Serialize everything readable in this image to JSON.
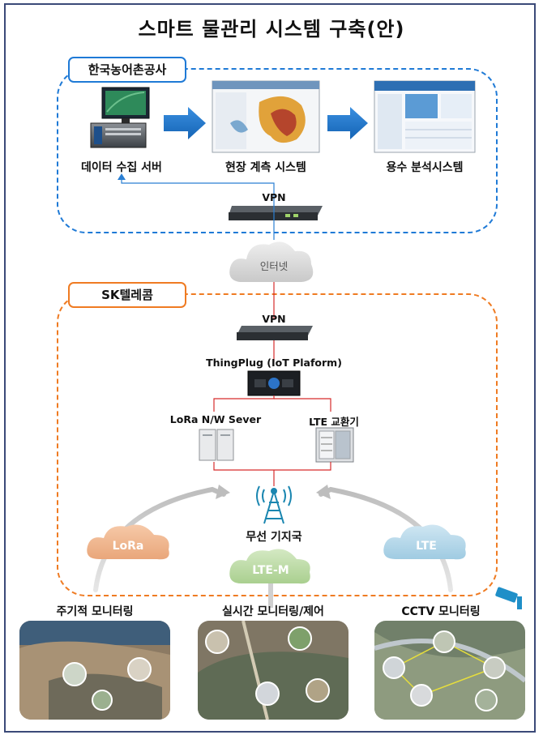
{
  "title": "스마트 물관리 시스템 구축(안)",
  "krc": {
    "tag": "한국농어촌공사",
    "data_server": "데이터 수집 서버",
    "field_system": "현장 계측 시스템",
    "analysis_system": "용수 분석시스템",
    "vpn": "VPN"
  },
  "internet": "인터넷",
  "sk": {
    "tag": "SK텔레콤",
    "vpn": "VPN",
    "thingplug": "ThingPlug (IoT Plaform)",
    "lora_server": "LoRa N/W Sever",
    "lte_switch": "LTE 교환기",
    "base_station": "무선 기지국"
  },
  "networks": {
    "lora": "LoRa",
    "ltem": "LTE-M",
    "lte": "LTE"
  },
  "monitoring": {
    "periodic": "주기적 모니터링",
    "realtime": "실시간 모니터링/제어",
    "cctv": "CCTV 모니터링"
  },
  "colors": {
    "krc_border": "#1f7ad6",
    "sk_border": "#ef7b22",
    "link_line": "#d62b2b",
    "frame": "#3b4a78"
  }
}
